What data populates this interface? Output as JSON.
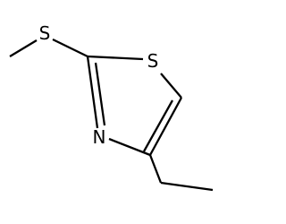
{
  "molecule": {
    "atoms": {
      "thioether_s": "S",
      "ring_s": "S",
      "ring_n": "N"
    }
  },
  "colors": {
    "bond": "#000000",
    "label": "#000000",
    "background": "#ffffff"
  }
}
